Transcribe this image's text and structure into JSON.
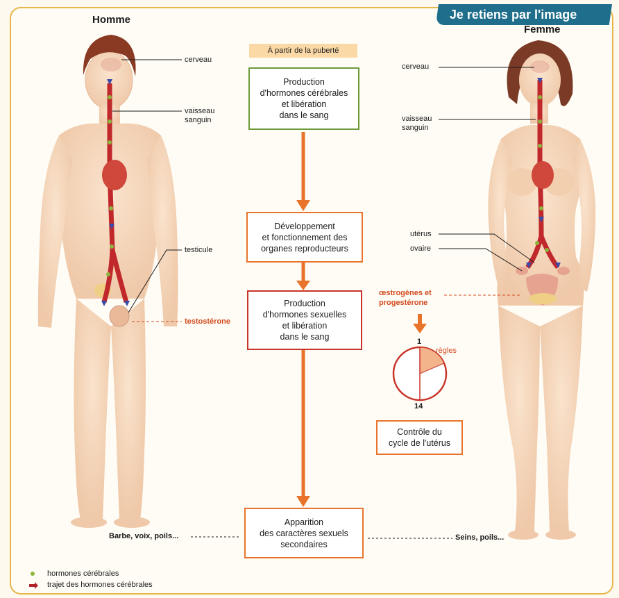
{
  "header": {
    "tab_text": "Je retiens par l'image"
  },
  "male": {
    "title": "Homme",
    "labels": {
      "brain": "cerveau",
      "vessel": "vaisseau\nsanguin",
      "testicle": "testicule"
    },
    "hormone": "testostérone",
    "traits": "Barbe, voix, poils..."
  },
  "female": {
    "title": "Femme",
    "labels": {
      "brain": "cerveau",
      "vessel": "vaisseau\nsanguin",
      "uterus": "utérus",
      "ovary": "ovaire"
    },
    "hormone": "œstrogènes et\nprogestérone",
    "traits": "Seins, poils...",
    "cycle": {
      "start_day": "1",
      "mid_day": "14",
      "period_label": "règles",
      "caption": "Contrôle du\ncycle de l'utérus"
    }
  },
  "flow": {
    "start_tag": "À partir de la puberté",
    "steps": [
      "Production\nd'hormones cérébrales\net libération\ndans le sang",
      "Développement\net fonctionnement des\norganes reproducteurs",
      "Production\nd'hormones sexuelles\net libération\ndans le sang",
      "Apparition\ndes caractères sexuels\nsecondaires"
    ]
  },
  "legend": {
    "items": [
      {
        "label": "hormones cérébrales",
        "icon": "green-dot-icon",
        "color": "#8cb43c"
      },
      {
        "label": "trajet des hormones cérébrales",
        "icon": "red-arrow-icon",
        "color": "#b0242a"
      }
    ]
  },
  "colors": {
    "green_box": "#6d9a3a",
    "orange": "#e8742b",
    "red": "#c8342a",
    "skin": "#f6d6ba",
    "vessel": "#c0282c"
  }
}
